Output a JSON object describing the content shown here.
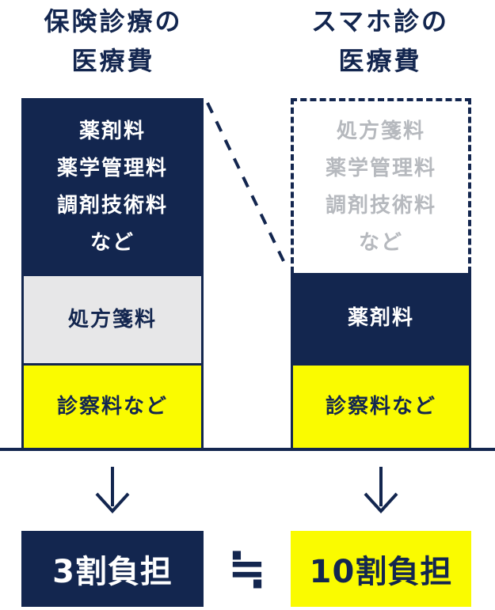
{
  "left": {
    "title": [
      "保険診療の",
      "医療費"
    ],
    "blocks": {
      "top": [
        "薬剤料",
        "薬学管理料",
        "調剤技術料",
        "など"
      ],
      "middle": "処方箋料",
      "bottom": "診察料など"
    },
    "result": "3割負担"
  },
  "right": {
    "title": [
      "スマホ診の",
      "医療費"
    ],
    "blocks": {
      "top": [
        "処方箋料",
        "薬学管理料",
        "調剤技術料",
        "など"
      ],
      "middle": "薬剤料",
      "bottom": "診察料など"
    },
    "result": "10割負担"
  },
  "approx_symbol": "≒",
  "colors": {
    "navy": "#13264f",
    "gray": "#e7e7e8",
    "yellow": "#fafb00",
    "muted": "#b6b9be"
  }
}
